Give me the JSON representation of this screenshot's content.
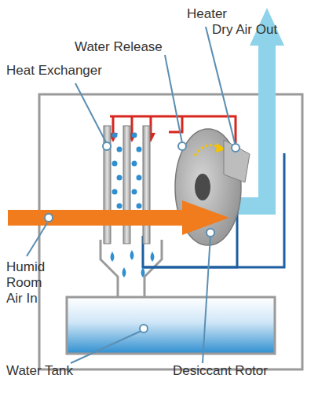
{
  "diagram": {
    "labels": [
      "Heater",
      "Dry Air Out",
      "Water Release",
      "Heat Exchanger",
      "Humid Room Air In",
      "Water Tank",
      "Desiccant Rotor"
    ]
  }
}
